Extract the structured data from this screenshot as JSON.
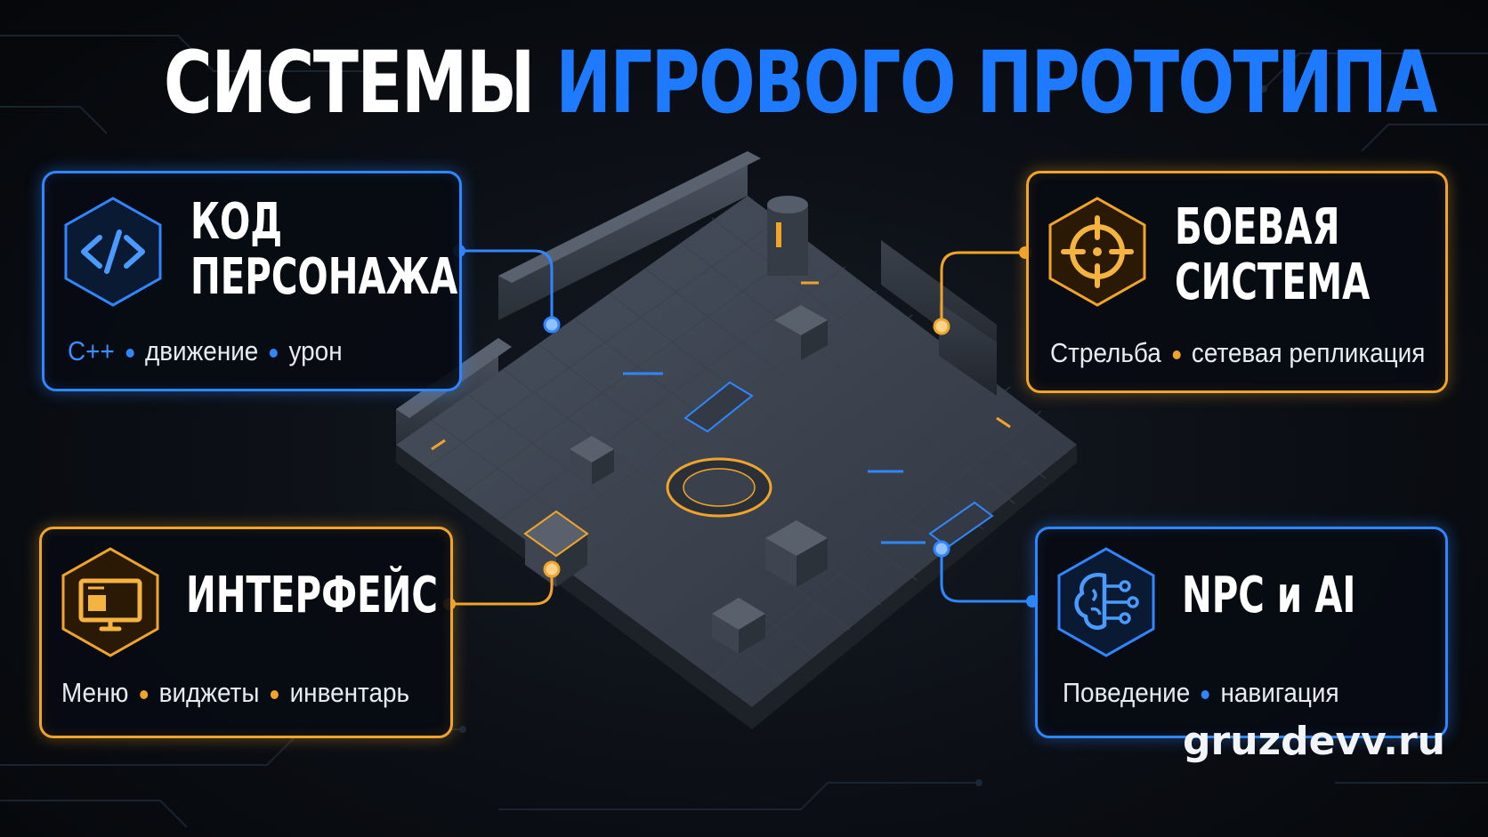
{
  "title": {
    "part1": "СИСТЕМЫ",
    "part2": "ИГРОВОГО ПРОТОТИПА"
  },
  "cards": {
    "code": {
      "title_line1": "КОД",
      "title_line2": "ПЕРСОНАЖА",
      "tags": [
        "C++",
        "движение",
        "урон"
      ],
      "icon": "code-icon"
    },
    "combat": {
      "title_line1": "БОЕВАЯ",
      "title_line2": "СИСТЕМА",
      "tags": [
        "Стрельба",
        "сетевая репликация"
      ],
      "icon": "crosshair-icon"
    },
    "ui": {
      "title_line1": "ИНТЕРФЕЙС",
      "tags": [
        "Меню",
        "виджеты",
        "инвентарь"
      ],
      "icon": "monitor-icon"
    },
    "npc": {
      "title_line1": "NPC и AI",
      "tags": [
        "Поведение",
        "навигация"
      ],
      "icon": "brain-circuit-icon"
    }
  },
  "website": "gruzdevv.ru",
  "colors": {
    "blue": "#2f86ff",
    "orange": "#f0a42a",
    "title_blue": "#1e7bff",
    "background": "#07090d"
  }
}
